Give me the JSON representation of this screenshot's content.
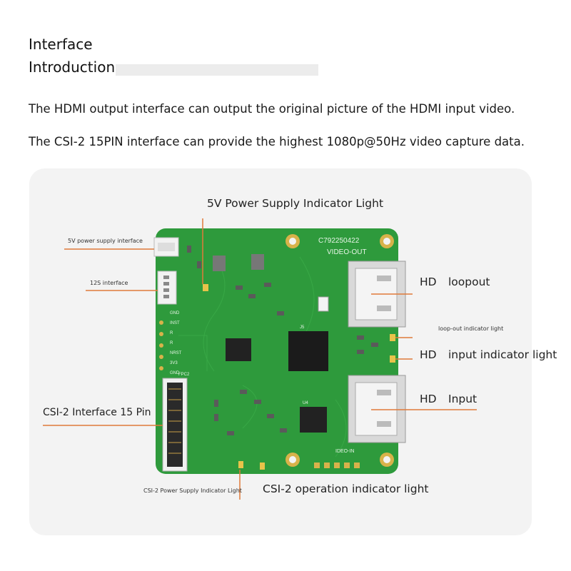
{
  "heading": {
    "line1": "Interface",
    "line2": "Introduction"
  },
  "intro": {
    "p1": "The HDMI output interface can output the original picture of the HDMI input video.",
    "p2": "The CSI-2 15PIN interface can provide the highest 1080p@50Hz video capture data."
  },
  "callouts": {
    "power_light": "5V Power Supply Indicator Light",
    "power_interface": "5V power supply interface",
    "i2s_interface": "12S interface",
    "csi_interface": "CSI-2 Interface 15 Pin",
    "csi_power_light": "CSI-2 Power Supply Indicator Light",
    "csi_operation_light": "CSI-2 operation indicator light",
    "hdmi_loopout_prefix": "HD",
    "hdmi_loopout": "loopout",
    "loopout_light": "loop-out indicator light",
    "hdmi_input_light_prefix": "HD",
    "hdmi_input_light": "input indicator light",
    "hdmi_input_prefix": "HD",
    "hdmi_input": "Input"
  },
  "board_markings": {
    "part_number": "C792250422",
    "video_out": "VIDEO-OUT",
    "video_in": "IDEO-IN",
    "pins_left": [
      "GND",
      "INST",
      "R",
      "R",
      "NRST",
      "3V3",
      "GND"
    ],
    "fpc": "FPC2",
    "u4": "U4",
    "j5": "J5"
  },
  "colors": {
    "pcb": "#2e9a3c",
    "pcb_dark": "#1f7a2d",
    "pad": "#d8b24a",
    "leader": "#e07a3a"
  }
}
